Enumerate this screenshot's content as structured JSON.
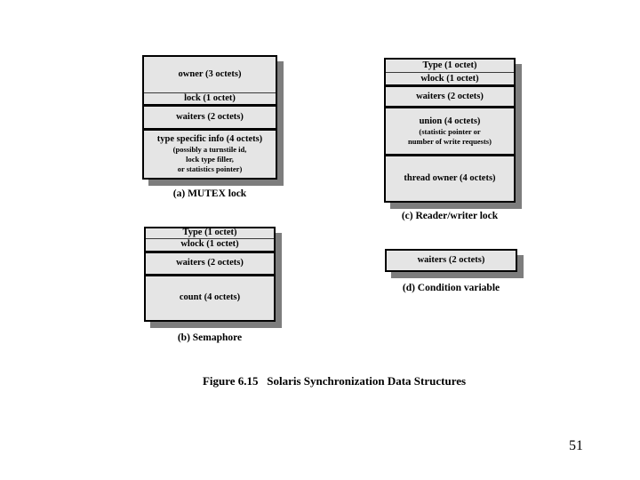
{
  "page": {
    "number": "51"
  },
  "figure_caption": "Figure 6.15   Solaris Synchronization Data Structures",
  "colors": {
    "background": "#ffffff",
    "box_fill": "#e5e5e5",
    "box_border": "#000000",
    "box_shadow": "#7d7d7d",
    "text": "#000000"
  },
  "diagrams": [
    {
      "id": "mutex-lock",
      "caption": "(a) MUTEX lock",
      "rows": [
        {
          "label": "owner (3 octets)",
          "sublines": [],
          "divider": "none",
          "h": 43
        },
        {
          "label": "lock (1 octet)",
          "sublines": [],
          "divider": "thin",
          "h": 13
        },
        {
          "label": "waiters (2 octets)",
          "sublines": [],
          "divider": "thick",
          "h": 26
        },
        {
          "label": "type specific info (4 octets)",
          "sublines": [
            "(possibly a turnstile id,",
            "lock type filler,",
            "or statistics pointer)"
          ],
          "divider": "thick",
          "h": 58
        }
      ]
    },
    {
      "id": "semaphore",
      "caption": "(b) Semaphore",
      "rows": [
        {
          "label": "Type (1 octet)",
          "sublines": [],
          "divider": "none",
          "h": 12
        },
        {
          "label": "wlock (1 octet)",
          "sublines": [],
          "divider": "thin",
          "h": 15
        },
        {
          "label": "waiters (2 octets)",
          "sublines": [],
          "divider": "thick",
          "h": 25
        },
        {
          "label": "count (4 octets)",
          "sublines": [],
          "divider": "thick",
          "h": 55
        }
      ]
    },
    {
      "id": "reader-writer-lock",
      "caption": "(c) Reader/writer lock",
      "rows": [
        {
          "label": "Type (1 octet)",
          "sublines": [],
          "divider": "none",
          "h": 15
        },
        {
          "label": "wlock (1 octet)",
          "sublines": [],
          "divider": "thin",
          "h": 15
        },
        {
          "label": "waiters (2 octets)",
          "sublines": [],
          "divider": "thick",
          "h": 23
        },
        {
          "label": "union (4 octets)",
          "sublines": [
            "(statistic pointer or",
            "number of write requests)"
          ],
          "divider": "thick",
          "h": 55
        },
        {
          "label": "thread owner (4 octets)",
          "sublines": [],
          "divider": "thick",
          "h": 55
        }
      ]
    },
    {
      "id": "condition-variable",
      "caption": "(d) Condition variable",
      "rows": [
        {
          "label": "waiters (2 octets)",
          "sublines": [],
          "divider": "none",
          "h": 26
        }
      ]
    }
  ]
}
